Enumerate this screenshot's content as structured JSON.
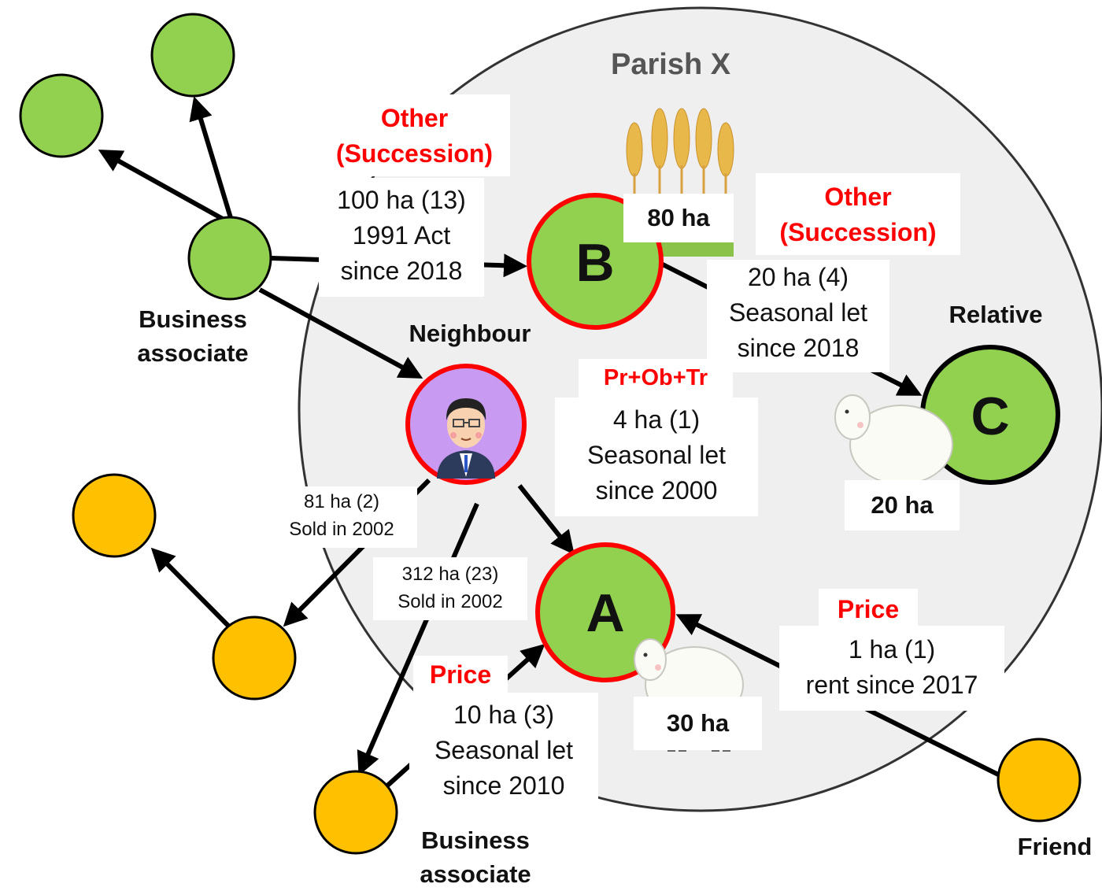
{
  "parish": {
    "title": "Parish X"
  },
  "nodes": {
    "a": {
      "letter": "A",
      "area": "30   ha"
    },
    "b": {
      "letter": "B",
      "area": "80   ha"
    },
    "c": {
      "letter": "C",
      "area": "20   ha"
    }
  },
  "captions": {
    "neighbour": "Neighbour",
    "relative": "Relative",
    "friend": "Friend",
    "business_top": [
      "Business",
      "associate"
    ],
    "business_bottom": [
      "Business",
      "associate"
    ]
  },
  "edges": {
    "assoc_to_b": {
      "reason": [
        "Other",
        "(Succession)"
      ],
      "details": [
        "100 ha (13)",
        "1991 Act",
        "since 2018"
      ]
    },
    "b_to_c": {
      "reason": [
        "Other",
        "(Succession)"
      ],
      "details": [
        "20 ha (4)",
        "Seasonal let",
        "since 2018"
      ]
    },
    "neighbour_to_a": {
      "reason": [
        "Pr+Ob+Tr"
      ],
      "details": [
        "4 ha (1)",
        "Seasonal let",
        "since 2000"
      ]
    },
    "sold_81": {
      "details": [
        "81 ha (2)",
        "Sold in 2002"
      ]
    },
    "sold_312": {
      "details": [
        "312 ha (23)",
        "Sold in 2002"
      ]
    },
    "assoc_to_a": {
      "reason": [
        "Price"
      ],
      "details": [
        "10 ha (3)",
        "Seasonal let",
        "since 2010"
      ]
    },
    "friend_to_a": {
      "reason": [
        "Price"
      ],
      "details": [
        "1 ha (1)",
        "rent since 2017"
      ]
    }
  },
  "colors": {
    "green": "#92d050",
    "orange": "#ffc000",
    "red": "#ff0000",
    "parish_fill": "#efefef",
    "neighbour_fill": "#c89af2"
  }
}
